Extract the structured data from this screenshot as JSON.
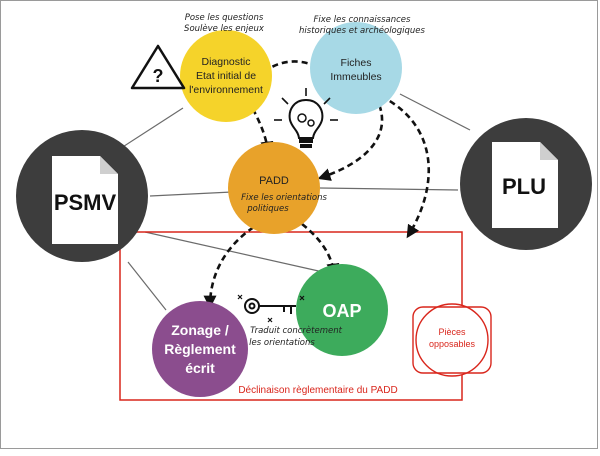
{
  "colors": {
    "diagnostic": "#f5d32a",
    "fiches": "#a7d9e6",
    "padd": "#e8a22a",
    "oap": "#3dab5c",
    "zonage": "#8b4d8e",
    "doc_circle": "#3d3d3d",
    "red": "#d9261c"
  },
  "nodes": {
    "psmv": {
      "label": "PSMV",
      "icon": "document-icon"
    },
    "plu": {
      "label": "PLU",
      "icon": "document-icon"
    },
    "diagnostic": {
      "line1": "Diagnostic",
      "line2": "Etat initial de",
      "line3": "l'environnement"
    },
    "fiches": {
      "line1": "Fiches",
      "line2": "Immeubles"
    },
    "padd": {
      "label": "PADD"
    },
    "oap": {
      "label": "OAP"
    },
    "zonage": {
      "line1": "Zonage /",
      "line2": "Règlement",
      "line3": "écrit"
    }
  },
  "annotations": {
    "diag_note_1": "Pose les questions",
    "diag_note_2": "Soulève les enjeux",
    "fiches_note_1": "Fixe les connaissances",
    "fiches_note_2": "historiques et archéologiques",
    "padd_note_1": "Fixe les orientations",
    "padd_note_2": "politiques",
    "key_note_1": "Traduit concrètement",
    "key_note_2": "les orientations"
  },
  "zone": {
    "caption": "Déclinaison règlementaire du PADD",
    "badge_line1": "Pièces",
    "badge_line2": "opposables"
  },
  "icons": [
    "warning-icon",
    "lightbulb-icon",
    "key-icon"
  ]
}
